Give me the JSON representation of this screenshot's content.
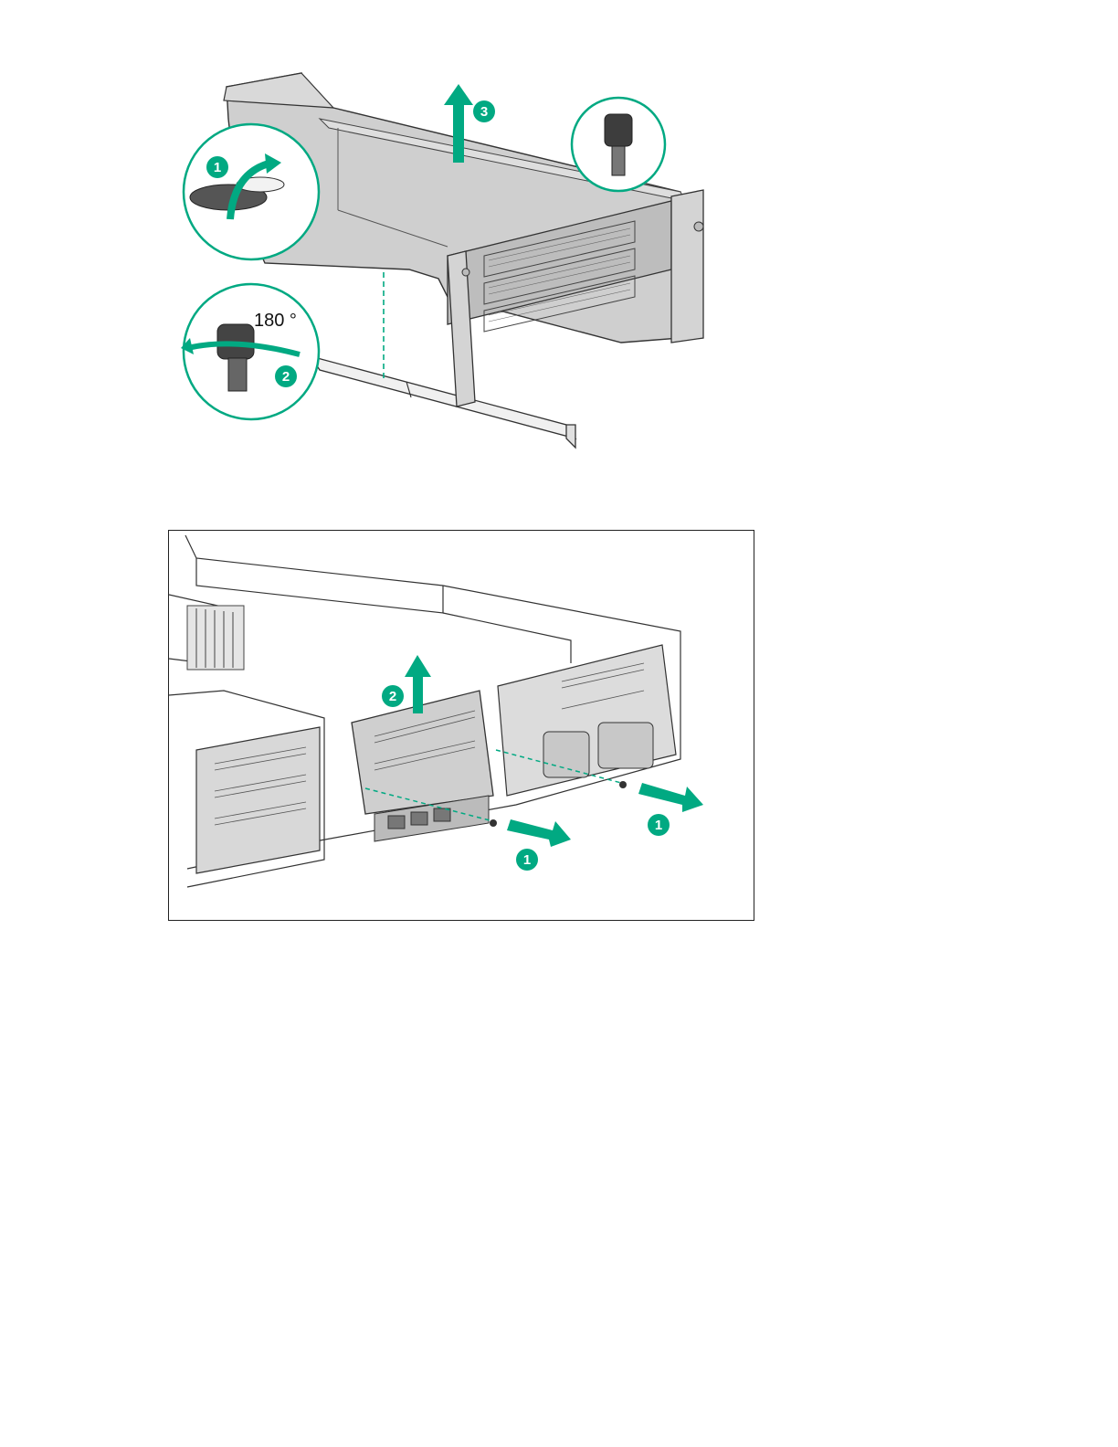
{
  "figure1": {
    "callouts": {
      "step1": "1",
      "step2": "2",
      "step3": "3"
    },
    "rotation_label": "180 °"
  },
  "figure2": {
    "callouts": {
      "step1_left": "1",
      "step1_right": "1",
      "step2": "2"
    }
  },
  "colors": {
    "accent": "#01a982",
    "metal": "#c9c9c9",
    "outline": "#333333"
  }
}
